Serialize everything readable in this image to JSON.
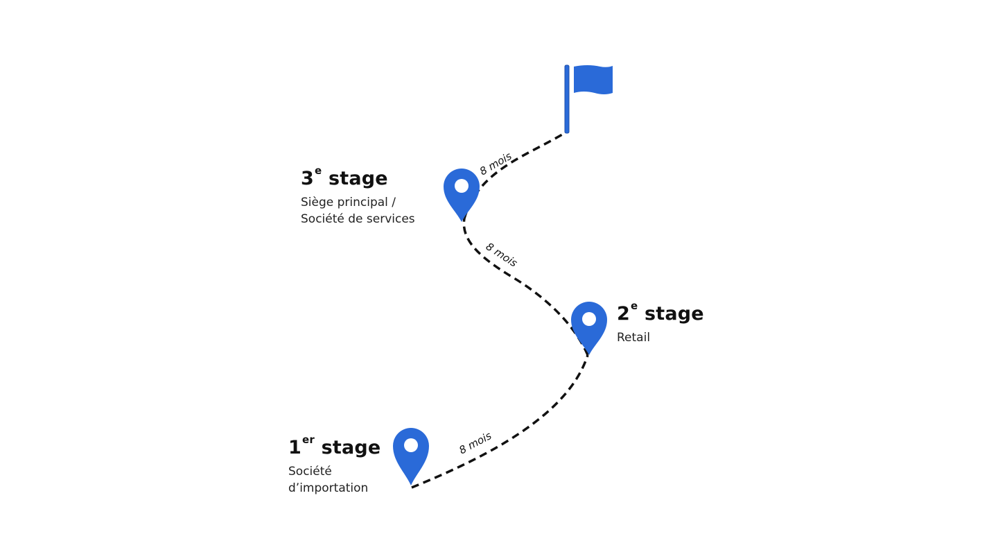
{
  "diagram": {
    "type": "roadmap-path",
    "accent_color": "#2a6ad8",
    "path_color": "#111111",
    "goal": {
      "icon": "flag-icon"
    },
    "stages": [
      {
        "num": "1",
        "sup": "er",
        "word": "stage",
        "desc_line1": "Société",
        "desc_line2": "d’importation",
        "icon": "map-pin-icon"
      },
      {
        "num": "2",
        "sup": "e",
        "word": "stage",
        "desc_line1": "Retail",
        "desc_line2": "",
        "icon": "map-pin-icon"
      },
      {
        "num": "3",
        "sup": "e",
        "word": "stage",
        "desc_line1": "Siège principal /",
        "desc_line2": "Société de services",
        "icon": "map-pin-icon"
      }
    ],
    "durations": [
      {
        "label": "8 mois",
        "from": "1er stage",
        "to": "2e stage"
      },
      {
        "label": "8 mois",
        "from": "2e stage",
        "to": "3e stage"
      },
      {
        "label": "8 mois",
        "from": "3e stage",
        "to": "goal"
      }
    ]
  }
}
